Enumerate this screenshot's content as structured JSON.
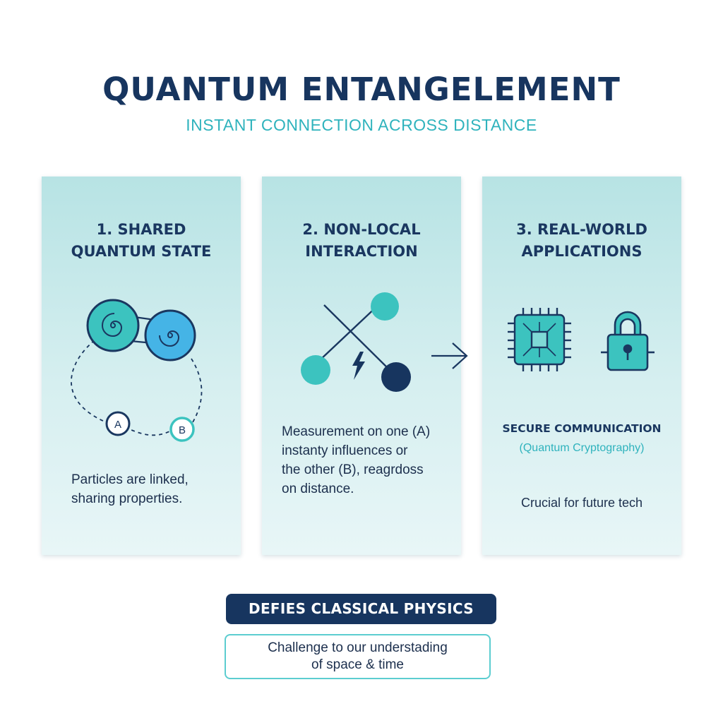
{
  "header": {
    "title": "QUANTUM ENTANGELEMENT",
    "subtitle": "INSTANT CONNECTION ACROSS DISTANCE"
  },
  "panels": [
    {
      "title_line1": "1. SHARED",
      "title_line2": "QUANTUM STATE",
      "label_a": "A",
      "label_b": "B",
      "text_line1": "Particles are linked,",
      "text_line2": "sharing properties."
    },
    {
      "title_line1": "2. NON-LOCAL",
      "title_line2": "INTERACTION",
      "text_line1": "Measurement on one (A)",
      "text_line2": "instanty influences or",
      "text_line3": "the other (B), reagrdoss",
      "text_line4": "on distance."
    },
    {
      "title_line1": "3. REAL-WORLD",
      "title_line2": "APPLICATIONS",
      "heading": "SECURE COMMUNICATION",
      "subheading": "(Quantum Cryptography)",
      "footer": "Crucial for future tech"
    }
  ],
  "banner": {
    "label": "DEFIES CLASSICAL PHYSICS"
  },
  "note": {
    "line1": "Challenge to our understading",
    "line2": "of space & time"
  },
  "colors": {
    "navy": "#17355f",
    "teal": "#2fb3bd",
    "teal_fill": "#3cc3bf",
    "blue_fill": "#45b4e6",
    "panel_top": "#b7e3e4"
  },
  "icons": [
    "spiral-icon",
    "lightning-icon",
    "arrow-right-icon",
    "microchip-icon",
    "padlock-icon"
  ]
}
